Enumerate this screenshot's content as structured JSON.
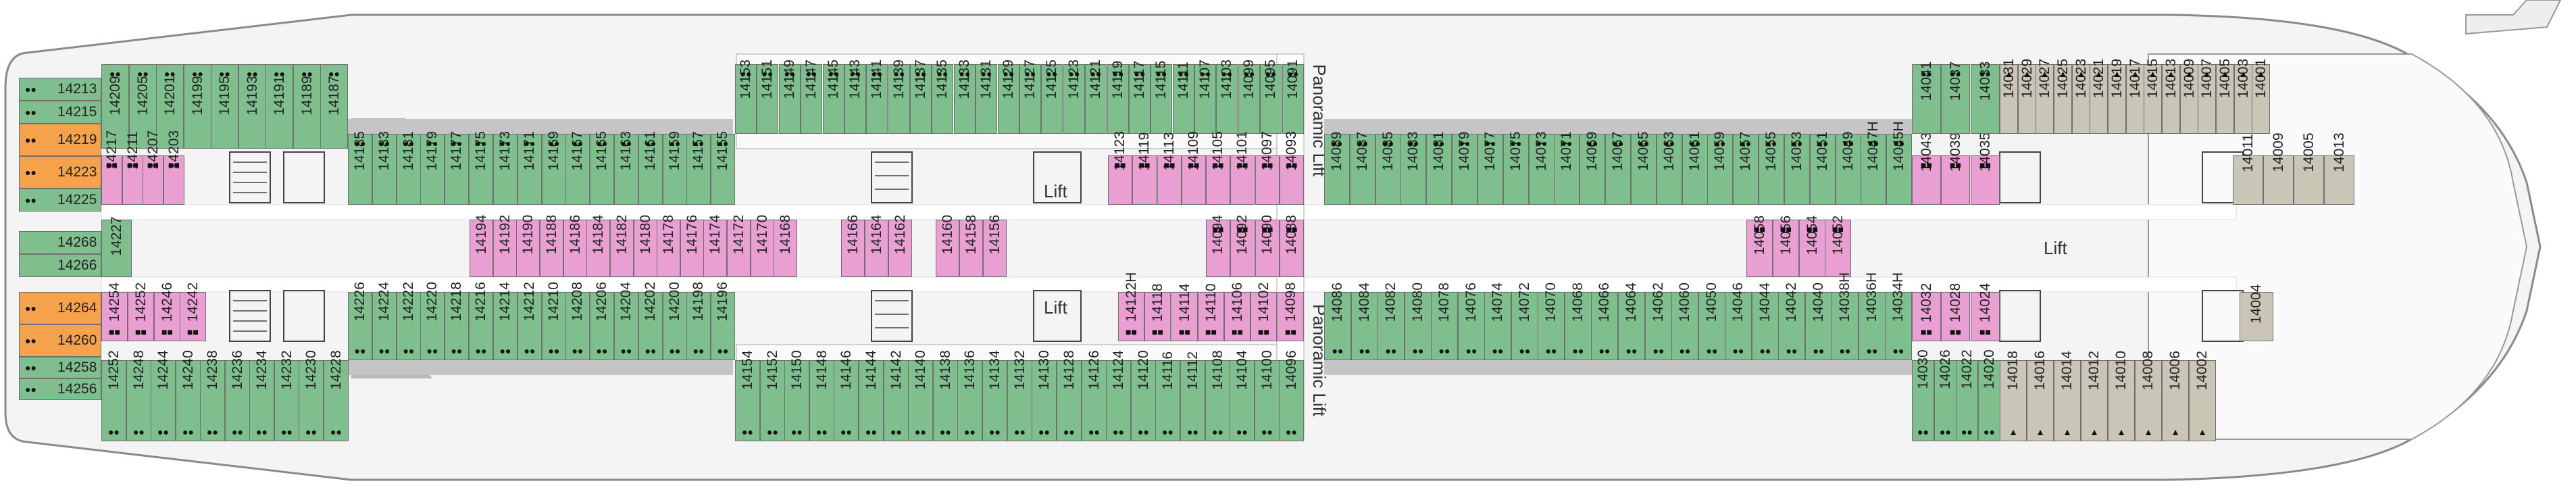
{
  "colors": {
    "standard": "#7fbf8e",
    "pink": "#ea9fd2",
    "grey": "#c9c6b7",
    "orange": "#f6a24c",
    "outline": "#6f6f6f",
    "corridor": "#ffffff",
    "shade": "#b9b9b9"
  },
  "labels": {
    "lift": "Lift",
    "panoramic_lift": "Panoramic Lift"
  },
  "bow_cabins": {
    "top": [
      {
        "n": "14213",
        "c": "standard"
      },
      {
        "n": "14215",
        "c": "standard"
      },
      {
        "n": "14219",
        "c": "orange"
      },
      {
        "n": "14223",
        "c": "orange"
      },
      {
        "n": "14225",
        "c": "standard"
      }
    ],
    "middle": [
      {
        "n": "14268",
        "c": "standard"
      },
      {
        "n": "14266",
        "c": "standard"
      }
    ],
    "bottom": [
      {
        "n": "14264",
        "c": "orange"
      },
      {
        "n": "14260",
        "c": "orange"
      },
      {
        "n": "14258",
        "c": "standard"
      },
      {
        "n": "14256",
        "c": "standard"
      }
    ],
    "center": "14227"
  },
  "fwd_top_outer": [
    "14209",
    "14205",
    "14201",
    "14199",
    "14195",
    "14193",
    "14191",
    "14189",
    "14187"
  ],
  "fwd_top_inner": [
    "14185",
    "14183",
    "14181",
    "14179",
    "14177",
    "14175",
    "14173",
    "14171",
    "14169",
    "14167",
    "14165",
    "14163",
    "14161",
    "14159",
    "14157",
    "14155"
  ],
  "fwd_top_pink": [
    "14217",
    "14211",
    "14207",
    "14203"
  ],
  "fwd_mid_pink": [
    "14194",
    "14192",
    "14190",
    "14188",
    "14186",
    "14184",
    "14182",
    "14180",
    "14178",
    "14176",
    "14174",
    "14172",
    "14170",
    "14168"
  ],
  "fwd_bot_pink": [
    "14254",
    "14252",
    "14246",
    "14242"
  ],
  "fwd_bot_inner": [
    "14226",
    "14224",
    "14222",
    "14220",
    "14218",
    "14216",
    "14214",
    "14212",
    "14210",
    "14208",
    "14206",
    "14204",
    "14202",
    "14200",
    "14198",
    "14196"
  ],
  "fwd_bot_outer": [
    "14252",
    "14248",
    "14244",
    "14240",
    "14238",
    "14236",
    "14234",
    "14232",
    "14230",
    "14228"
  ],
  "mid_top_outer": [
    "14153",
    "14151",
    "14149",
    "14147",
    "14145",
    "14143",
    "14141",
    "14139",
    "14137",
    "14135",
    "14133",
    "14131",
    "14129",
    "14127",
    "14125",
    "14123",
    "14121",
    "14119",
    "14117",
    "14115",
    "14111",
    "14107",
    "14103",
    "14099",
    "14095",
    "14091"
  ],
  "mid_top_pink": [
    "14123",
    "14119",
    "14113",
    "14109",
    "14105",
    "14101",
    "14097",
    "14093"
  ],
  "mid_center_pink_a": [
    "14166",
    "14164",
    "14162"
  ],
  "mid_center_pink_b": [
    "14160",
    "14158",
    "14156"
  ],
  "mid_center_pink_c": [
    "14094",
    "14092",
    "14090",
    "14088"
  ],
  "mid_bot_pink": [
    "14122H",
    "14118",
    "14114",
    "14110",
    "14106",
    "14102",
    "14098"
  ],
  "mid_bot_outer": [
    "14154",
    "14152",
    "14150",
    "14148",
    "14146",
    "14144",
    "14142",
    "14140",
    "14138",
    "14136",
    "14134",
    "14132",
    "14130",
    "14128",
    "14126",
    "14124",
    "14120",
    "14116",
    "14112",
    "14108",
    "14104",
    "14100",
    "14096"
  ],
  "aft_top_inner": [
    "14089",
    "14087",
    "14085",
    "14083",
    "14081",
    "14079",
    "14077",
    "14075",
    "14073",
    "14071",
    "14069",
    "14067",
    "14065",
    "14063",
    "14061",
    "14059",
    "14057",
    "14055",
    "14053",
    "14051",
    "14049",
    "14047H",
    "14045H"
  ],
  "aft_top_pink": [
    "14043",
    "14039",
    "14035"
  ],
  "aft_mid_pink": [
    "14058",
    "14056",
    "14054",
    "14052"
  ],
  "aft_bot_pink": [
    "14032",
    "14028",
    "14024"
  ],
  "aft_bot_inner": [
    "14086",
    "14084",
    "14082",
    "14080",
    "14078",
    "14076",
    "14074",
    "14072",
    "14070",
    "14068",
    "14066",
    "14064",
    "14062",
    "14060",
    "14050",
    "14046",
    "14044",
    "14042",
    "14040",
    "14038H",
    "14036H",
    "14034H"
  ],
  "stern_top_outer_green": [
    "14041",
    "14037",
    "14033"
  ],
  "stern_top_outer_grey": [
    "14031",
    "14029",
    "14027",
    "14025",
    "14023",
    "14021",
    "14019",
    "14017",
    "14015",
    "14013",
    "14009",
    "14007",
    "14005",
    "14003",
    "14001"
  ],
  "stern_top_inner_grey": [
    "14011",
    "14009",
    "14005",
    "14013"
  ],
  "stern_bot_grey_mid": [
    "14004"
  ],
  "stern_bot_outer_green": [
    "14030",
    "14026",
    "14022",
    "14020"
  ],
  "stern_bot_outer_grey": [
    "14018",
    "14016",
    "14014",
    "14012",
    "14010",
    "14008",
    "14006",
    "14002"
  ]
}
